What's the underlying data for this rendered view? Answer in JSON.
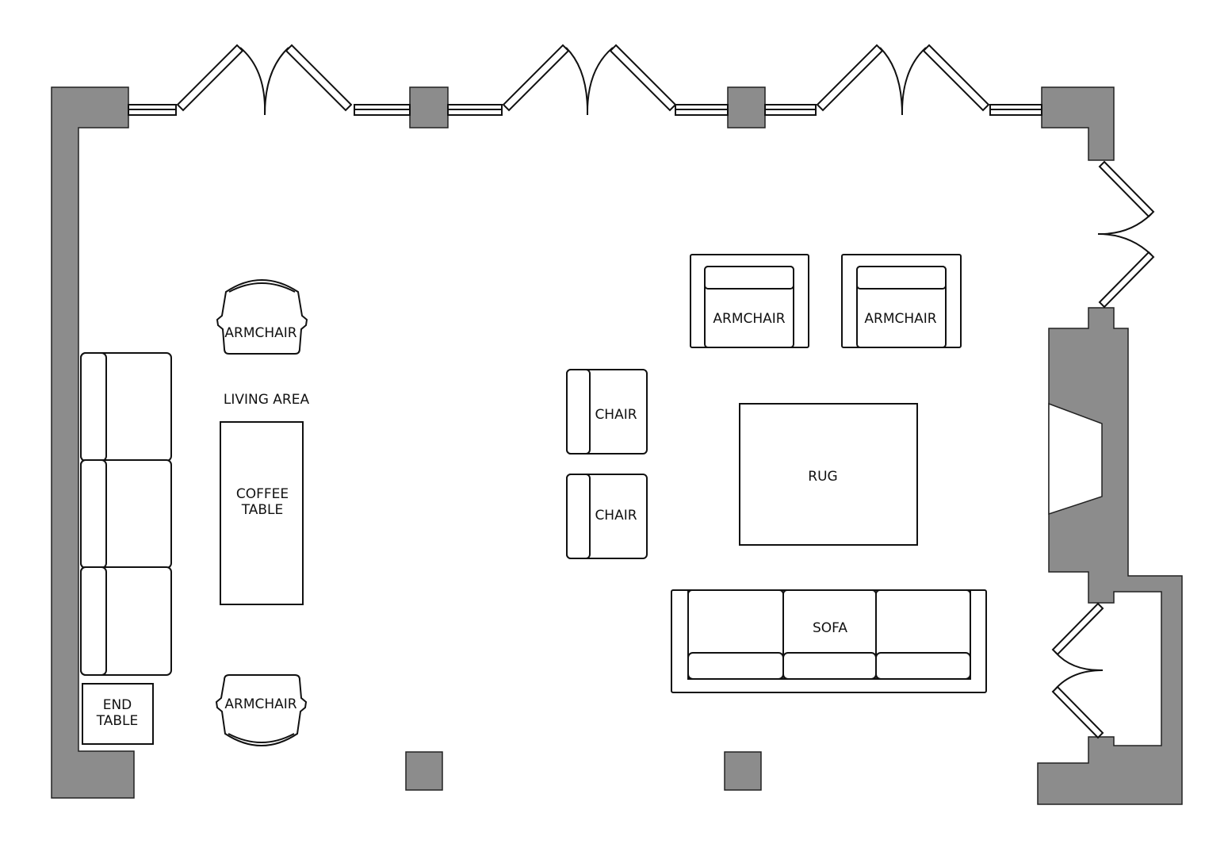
{
  "colors": {
    "wall": "#8c8c8c",
    "line": "#111111",
    "background": "#ffffff"
  },
  "labels": {
    "living_area": "LIVING AREA",
    "armchair_top_left": "ARMCHAIR",
    "armchair_bottom_left": "ARMCHAIR",
    "coffee_table_line1": "COFFEE",
    "coffee_table_line2": "TABLE",
    "end_table_line1": "END",
    "end_table_line2": "TABLE",
    "chair_upper": "CHAIR",
    "chair_lower": "CHAIR",
    "armchair_right_1": "ARMCHAIR",
    "armchair_right_2": "ARMCHAIR",
    "rug": "RUG",
    "sofa": "SOFA"
  }
}
